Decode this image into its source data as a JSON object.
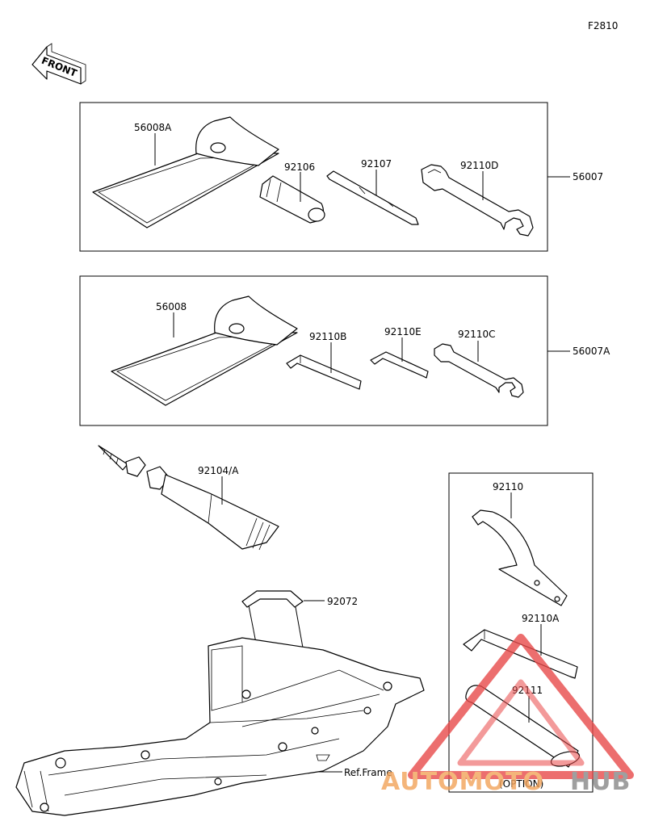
{
  "figure_code": "F2810",
  "front_arrow_label": "FRONT",
  "kit_56007": {
    "kit_label": "56007",
    "parts": [
      {
        "num": "56008A",
        "name": "tool-bag"
      },
      {
        "num": "92106",
        "name": "screwdriver-grip"
      },
      {
        "num": "92107",
        "name": "screwdriver"
      },
      {
        "num": "92110D",
        "name": "wrench"
      }
    ]
  },
  "kit_56007A": {
    "kit_label": "56007A",
    "parts": [
      {
        "num": "56008",
        "name": "tool-bag"
      },
      {
        "num": "92110B",
        "name": "hex-wrench"
      },
      {
        "num": "92110E",
        "name": "hex-wrench-small"
      },
      {
        "num": "92110C",
        "name": "wrench"
      }
    ]
  },
  "loose_parts": [
    {
      "num": "92104/A",
      "name": "repair-kit-tube"
    },
    {
      "num": "92072",
      "name": "band"
    },
    {
      "num": "Ref.Frame",
      "name": "frame-reference"
    }
  ],
  "option_box": {
    "parts": [
      {
        "num": "92110",
        "name": "hook-spanner"
      },
      {
        "num": "92110A",
        "name": "hex-wrench-large"
      },
      {
        "num": "92111",
        "name": "extension-pipe"
      }
    ],
    "option_label": "(OPTION)"
  },
  "watermark": {
    "brand_left": "AUTOMOTO",
    "brand_right": "HUB",
    "color_left": "#f2a35a",
    "color_right": "#888888",
    "triangle_color": "#e84a4a"
  }
}
